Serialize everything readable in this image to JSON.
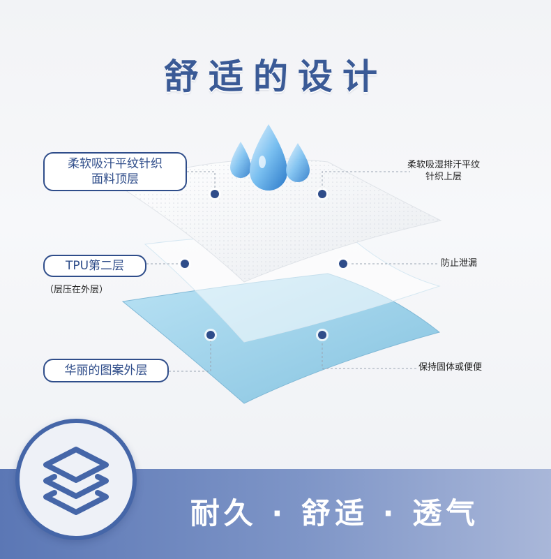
{
  "title": "舒适的设计",
  "labels": {
    "top_left_line1": "柔软吸汗平纹针织",
    "top_left_line2": "面料顶层",
    "middle_left": "TPU第二层",
    "middle_left_note": "（层压在外层）",
    "bottom_left": "华丽的图案外层",
    "top_right_line1": "柔软吸湿排汗平纹",
    "top_right_line2": "针织上层",
    "middle_right": "防止泄漏",
    "bottom_right": "保持固体或便便"
  },
  "slogan": "耐久 · 舒适 · 透气",
  "icons": [
    "water-drops-icon",
    "layers-icon"
  ],
  "colors": {
    "accent": "#2f4d8a",
    "title": "#3a5a96",
    "banner": "#6a84bd",
    "blue_layer": "#9fd0e8",
    "white_layer": "#ffffff"
  }
}
